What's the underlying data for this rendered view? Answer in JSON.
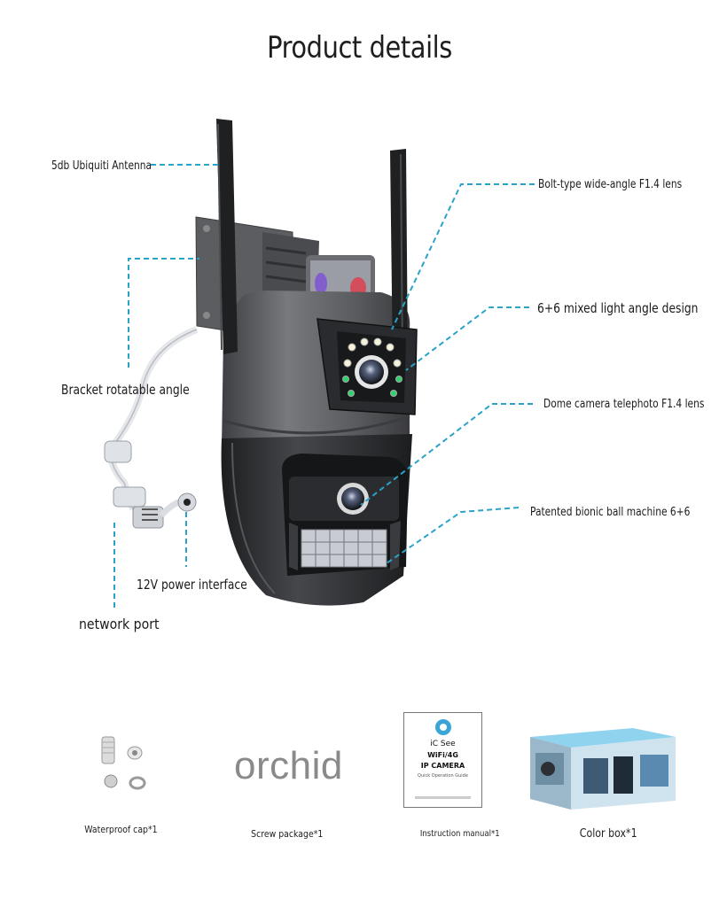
{
  "page_title": "Product details",
  "callouts": {
    "antenna": "5db Ubiquiti Antenna",
    "bracket": "Bracket rotatable angle",
    "power": "12V power interface",
    "network": "network port",
    "bolt_lens": "Bolt-type wide-angle F1.4 lens",
    "light_design": "6+6 mixed light angle design",
    "dome_lens": "Dome camera telephoto F1.4 lens",
    "ball_machine": "Patented bionic ball machine 6+6"
  },
  "accessories": {
    "waterproof_cap": "Waterproof cap*1",
    "screw_package": "Screw package*1",
    "screw_brand": "orchid",
    "manual": "Instruction manual*1",
    "color_box": "Color box*1"
  },
  "manual_cover": {
    "app": "iC See",
    "line2": "WiFi/4G",
    "line3": "IP CAMERA",
    "subtitle": "Quick Operation Guide"
  },
  "colors": {
    "callout_line": "#2aa3c8",
    "camera_body": "#5a5c60",
    "camera_dark": "#2b2c2f"
  }
}
